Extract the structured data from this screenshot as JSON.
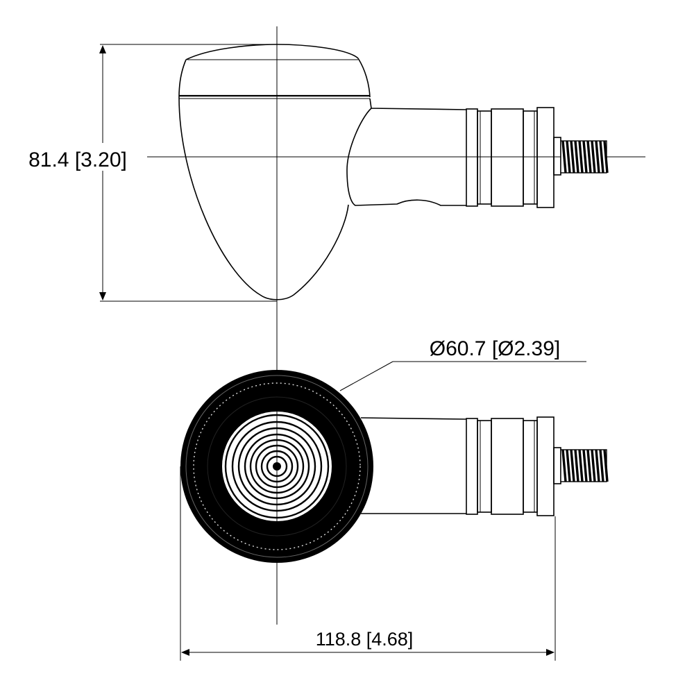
{
  "dimensions": {
    "height": "81.4 [3.20]",
    "diameter": "Ø60.7 [Ø2.39]",
    "length": "118.8 [4.68]"
  },
  "colors": {
    "line": "#000000",
    "background": "#ffffff"
  }
}
